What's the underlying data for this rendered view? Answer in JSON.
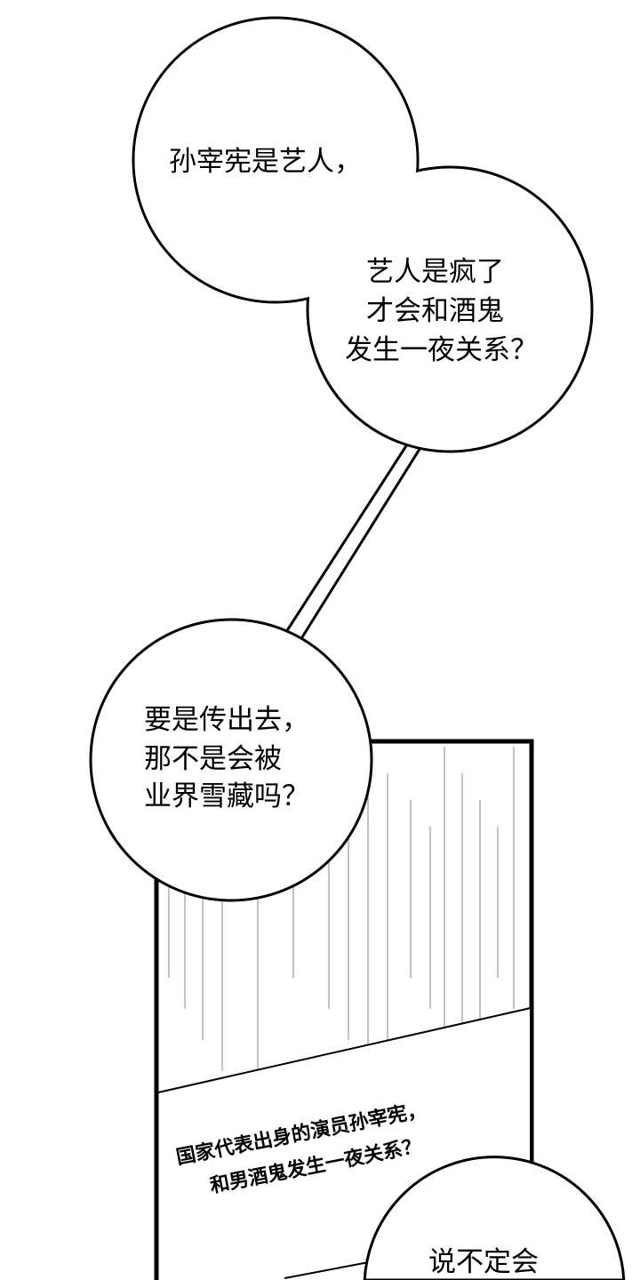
{
  "bubble_top": {
    "line1": "孙宰宪是艺人，",
    "line2": "艺人是疯了",
    "line3": "才会和酒鬼",
    "line4": "发生一夜关系？"
  },
  "bubble_middle": {
    "line1": "要是传出去，",
    "line2": "那不是会被",
    "line3": "业界雪藏吗？"
  },
  "panel_caption": {
    "line1": "国家代表出身的演员孙宰宪，",
    "line2": "和男酒鬼发生一夜关系？"
  },
  "bubble_bottom": {
    "line1": "说不定会"
  },
  "colors": {
    "ink": "#000000",
    "paper": "#ffffff",
    "speedline": "#9a9a9a"
  }
}
